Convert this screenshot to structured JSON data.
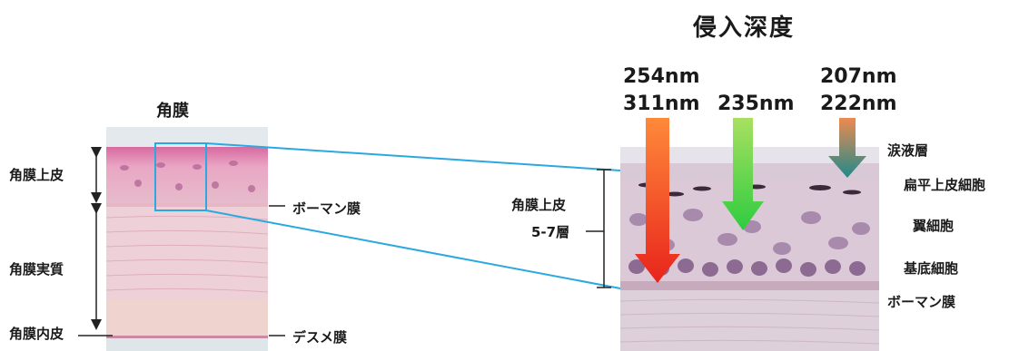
{
  "left_panel": {
    "title": "角膜",
    "layer_labels": {
      "epithelium": "角膜上皮",
      "stroma": "角膜実質",
      "endothelium": "角膜内皮"
    },
    "membrane_labels": {
      "bowman": "ボーマン膜",
      "descemet": "デスメ膜"
    }
  },
  "right_panel": {
    "title": "侵入深度",
    "epithelium_label": "角膜上皮",
    "epithelium_layers": "5-7層",
    "wavelength_groups": [
      {
        "lines": [
          "254nm",
          "311nm"
        ],
        "color_top": "#ff8a3a",
        "color_bottom": "#e8241c"
      },
      {
        "lines": [
          "235nm"
        ],
        "color_top": "#a8e060",
        "color_bottom": "#2ecc40"
      },
      {
        "lines": [
          "207nm",
          "222nm"
        ],
        "color_top": "#ee8a50",
        "color_bottom": "#1f8a8a"
      }
    ],
    "layer_labels": [
      "涙液層",
      "扁平上皮細胞",
      "翼細胞",
      "基底細胞",
      "ボーマン膜"
    ]
  }
}
